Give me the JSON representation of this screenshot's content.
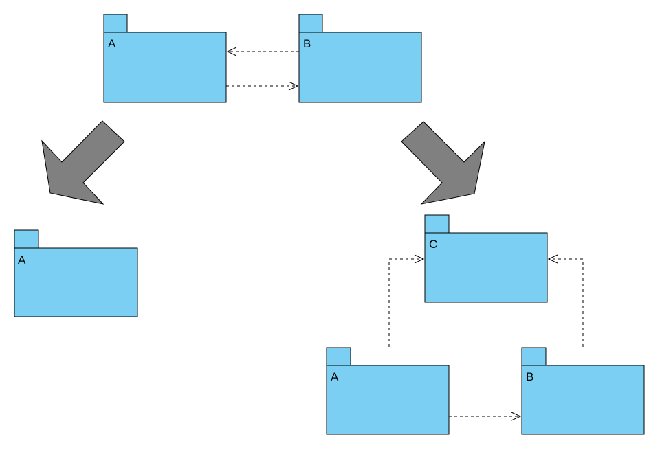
{
  "diagram": {
    "colors": {
      "package_fill": "#7acff3",
      "package_stroke": "#000000",
      "transform_arrow_fill": "#808080"
    },
    "top_group": {
      "package_a": {
        "label": "A"
      },
      "package_b": {
        "label": "B"
      },
      "dependencies": [
        {
          "from": "B",
          "to": "A"
        },
        {
          "from": "A",
          "to": "B"
        }
      ]
    },
    "left_result": {
      "package_a": {
        "label": "A"
      }
    },
    "right_result": {
      "package_c": {
        "label": "C"
      },
      "package_a": {
        "label": "A"
      },
      "package_b": {
        "label": "B"
      },
      "dependencies": [
        {
          "from": "A",
          "to": "C"
        },
        {
          "from": "B",
          "to": "C"
        },
        {
          "from": "A",
          "to": "B"
        }
      ]
    }
  }
}
